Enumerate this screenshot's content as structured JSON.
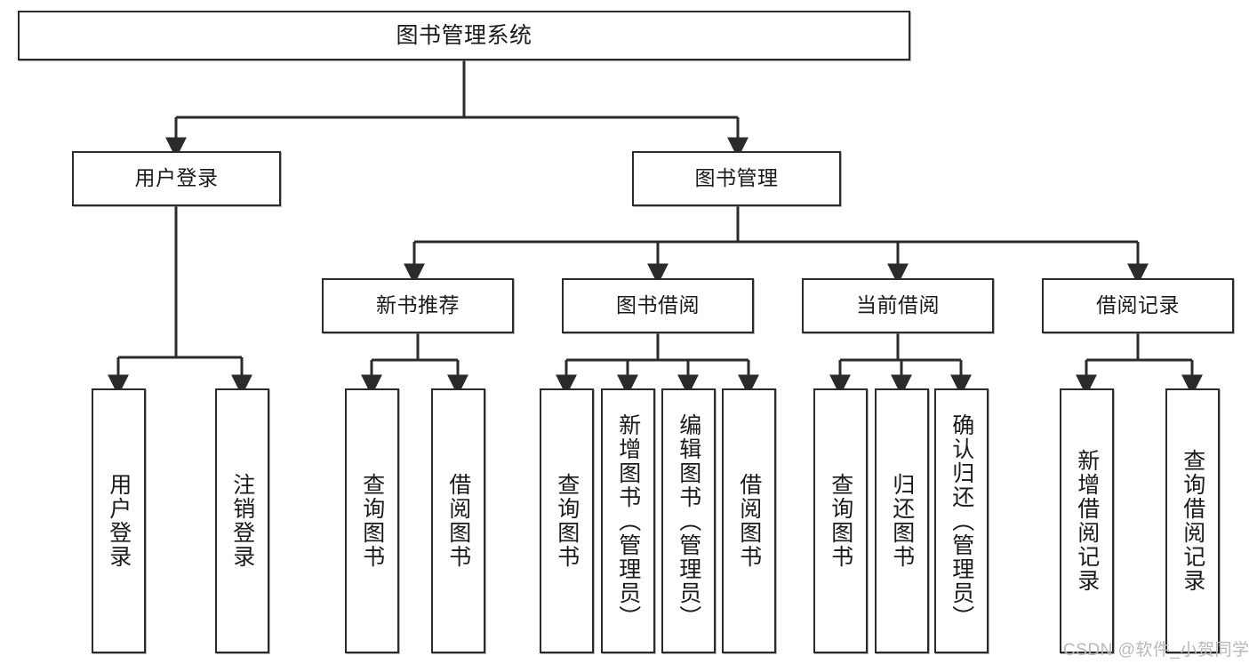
{
  "diagram": {
    "title": "图书管理系统",
    "type": "functional-structure-tree",
    "line_color": "#2b2b2b",
    "box_fill": "#ffffff",
    "text_color": "#1a1a1a"
  },
  "root": {
    "label": "图书管理系统"
  },
  "level1": [
    {
      "label": "用户登录"
    },
    {
      "label": "图书管理"
    }
  ],
  "level2": [
    {
      "label": "新书推荐"
    },
    {
      "label": "图书借阅"
    },
    {
      "label": "当前借阅"
    },
    {
      "label": "借阅记录"
    }
  ],
  "leaves": {
    "user_login": [
      {
        "label": "用户登录"
      },
      {
        "label": "注销登录"
      }
    ],
    "new_book_recommend": [
      {
        "label": "查询图书"
      },
      {
        "label": "借阅图书"
      }
    ],
    "book_borrow": [
      {
        "label": "查询图书"
      },
      {
        "label": "新增图书（管理员）"
      },
      {
        "label": "编辑图书（管理员）"
      },
      {
        "label": "借阅图书"
      }
    ],
    "current_borrow": [
      {
        "label": "查询图书"
      },
      {
        "label": "归还图书"
      },
      {
        "label": "确认归还（管理员）"
      }
    ],
    "borrow_record": [
      {
        "label": "新增借阅记录"
      },
      {
        "label": "查询借阅记录"
      }
    ]
  },
  "watermark": {
    "text": "CSDN @软件_小贺同学"
  }
}
